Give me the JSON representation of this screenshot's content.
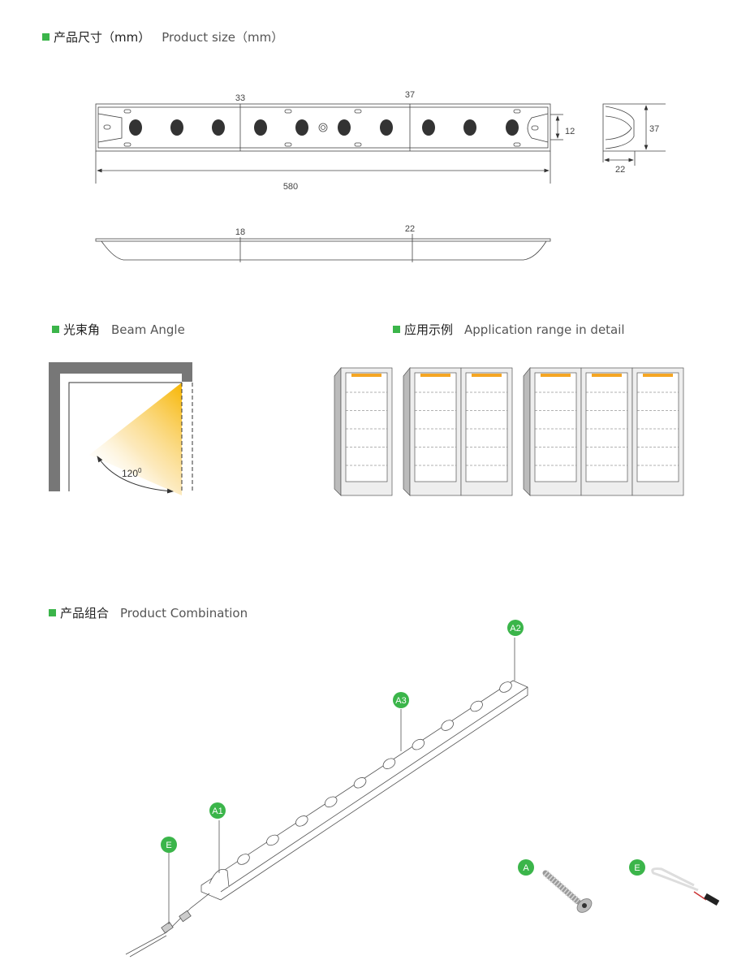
{
  "sections": {
    "size": {
      "cn": "产品尺寸（mm）",
      "en": "Product size（mm）"
    },
    "beam": {
      "cn": "光束角",
      "en": "Beam Angle"
    },
    "application": {
      "cn": "应用示例",
      "en": "Application range in detail"
    },
    "combination": {
      "cn": "产品组合",
      "en": "Product Combination"
    }
  },
  "dimensions": {
    "top_view": {
      "d1": "33",
      "d2": "37",
      "height": "12",
      "length": "580"
    },
    "end_view": {
      "height": "37",
      "width": "22"
    },
    "profile_view": {
      "d1": "18",
      "d2": "22"
    }
  },
  "beam_angle": {
    "value": "120",
    "unit_sup": "0"
  },
  "combination": {
    "labels": {
      "a1": "A1",
      "a2": "A2",
      "a3": "A3",
      "e": "E"
    },
    "accessories": [
      {
        "label": "A",
        "name": "screw"
      },
      {
        "label": "E",
        "name": "cable"
      }
    ]
  },
  "colors": {
    "accent": "#3bb54a",
    "light": "#f5a623",
    "frame": "#777777"
  }
}
